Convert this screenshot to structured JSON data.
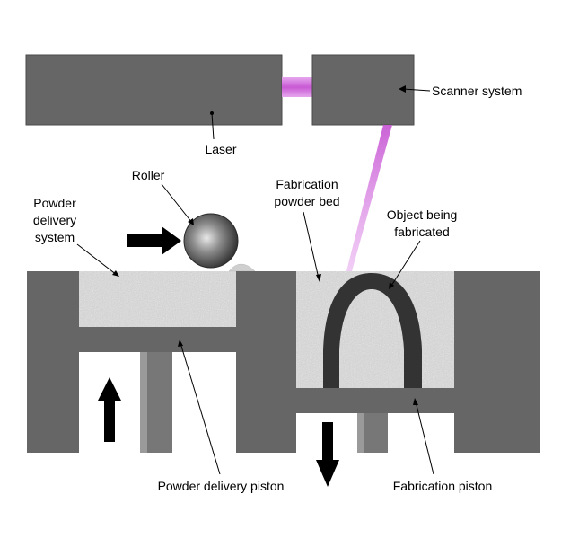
{
  "labels": {
    "laser": "Laser",
    "scanner_system": "Scanner system",
    "roller": "Roller",
    "powder_delivery_system": [
      "Powder",
      "delivery",
      "system"
    ],
    "fabrication_powder_bed": [
      "Fabrication",
      "powder bed"
    ],
    "object_being_fabricated": [
      "Object being",
      "fabricated"
    ],
    "powder_delivery_piston": "Powder delivery piston",
    "fabrication_piston": "Fabrication piston"
  },
  "colors": {
    "machine_gray": "#666666",
    "dark_object": "#333333",
    "powder": "#cfcfcf",
    "laser_beam": "#d070d8",
    "arrow": "#000000",
    "background": "#ffffff"
  }
}
